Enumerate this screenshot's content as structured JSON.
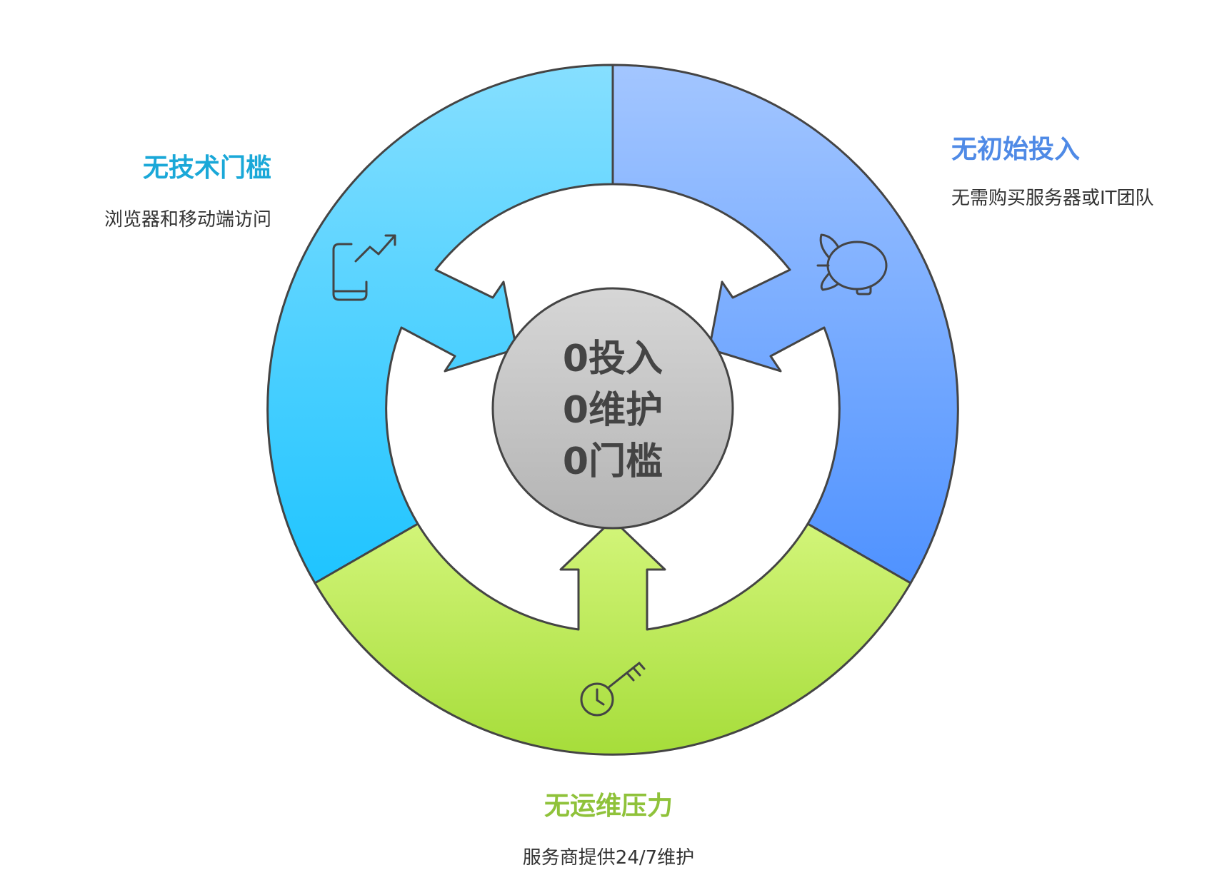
{
  "center": {
    "lines": [
      "0投入",
      "0维护",
      "0门槛"
    ]
  },
  "segments": [
    {
      "id": "left",
      "title": "无技术门槛",
      "description": "浏览器和移动端访问",
      "icon": "phone-trend-icon",
      "title_color": "#1aa8d8",
      "fill_top": "#86dfff",
      "fill_bottom": "#1ec4ff"
    },
    {
      "id": "right",
      "title": "无初始投入",
      "description": "无需购买服务器或IT团队",
      "icon": "airship-icon",
      "title_color": "#4f8ae6",
      "fill_top": "#a3c6ff",
      "fill_bottom": "#4f92ff"
    },
    {
      "id": "bottom",
      "title": "无运维压力",
      "description": "服务商提供24/7维护",
      "icon": "clock-key-icon",
      "title_color": "#8fc23a",
      "fill_top": "#d3f57a",
      "fill_bottom": "#a6dd3a"
    }
  ],
  "colors": {
    "outline": "#444444",
    "center_fill_top": "#d6d6d6",
    "center_fill_bottom": "#b4b4b4"
  }
}
